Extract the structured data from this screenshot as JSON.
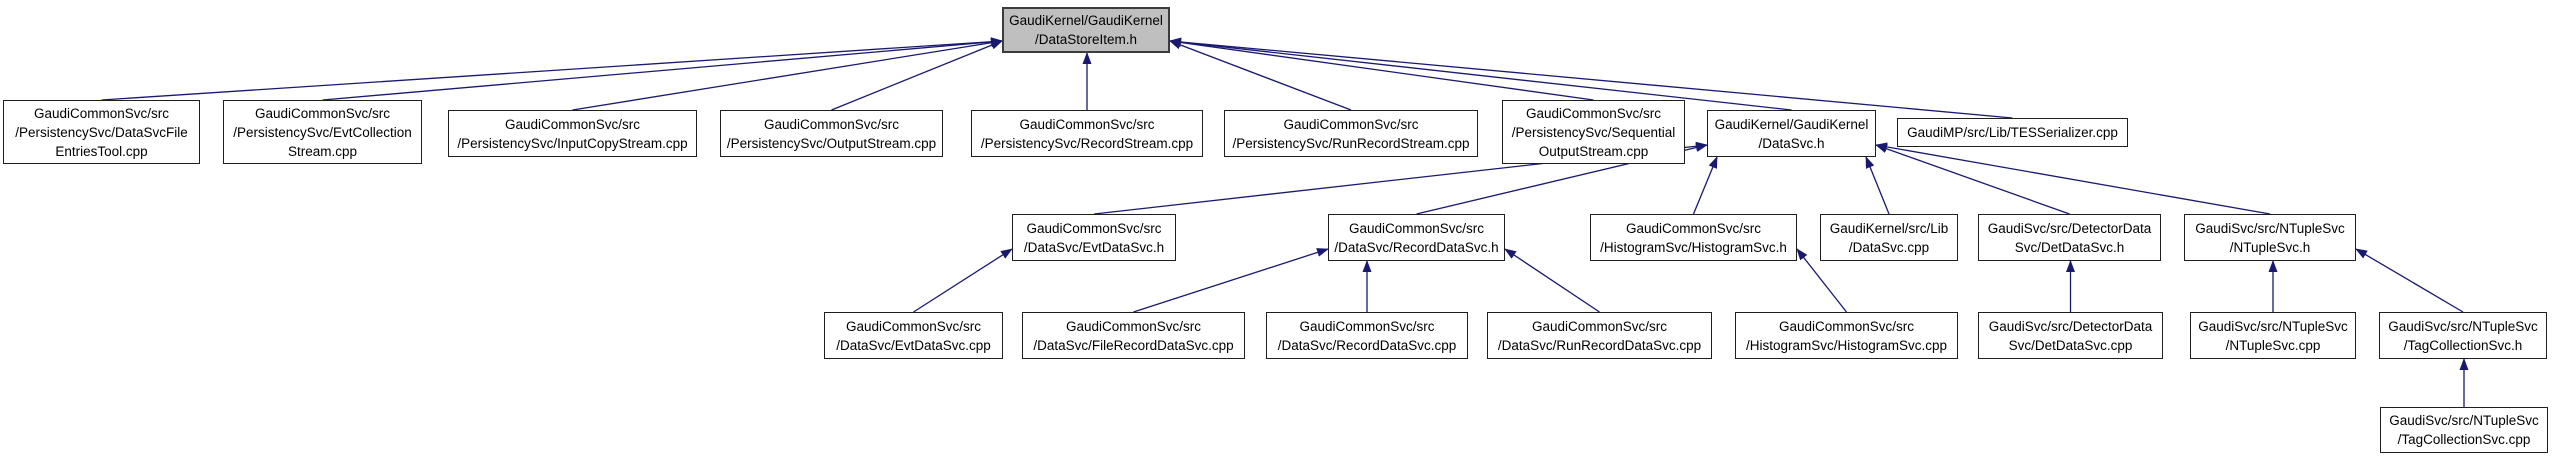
{
  "colors": {
    "edge": "#191970",
    "node_fill": "#ffffff",
    "node_border": "#000000",
    "root_fill": "#bfbfbf",
    "background": "#ffffff"
  },
  "nodes": [
    {
      "id": "datastoreitem-h",
      "label": "GaudiKernel/GaudiKernel\n/DataStoreItem.h",
      "root": true
    },
    {
      "id": "datasvcfileentriestool-cpp",
      "label": "GaudiCommonSvc/src\n/PersistencySvc/DataSvcFile\nEntriesTool.cpp"
    },
    {
      "id": "evtcollectionstream-cpp",
      "label": "GaudiCommonSvc/src\n/PersistencySvc/EvtCollection\nStream.cpp"
    },
    {
      "id": "inputcopystream-cpp",
      "label": "GaudiCommonSvc/src\n/PersistencySvc/InputCopyStream.cpp"
    },
    {
      "id": "outputstream-cpp",
      "label": "GaudiCommonSvc/src\n/PersistencySvc/OutputStream.cpp"
    },
    {
      "id": "recordstream-cpp",
      "label": "GaudiCommonSvc/src\n/PersistencySvc/RecordStream.cpp"
    },
    {
      "id": "runrecordstream-cpp",
      "label": "GaudiCommonSvc/src\n/PersistencySvc/RunRecordStream.cpp"
    },
    {
      "id": "sequentialoutputstream-cpp",
      "label": "GaudiCommonSvc/src\n/PersistencySvc/Sequential\nOutputStream.cpp"
    },
    {
      "id": "datasvc-h",
      "label": "GaudiKernel/GaudiKernel\n/DataSvc.h"
    },
    {
      "id": "tesserializer-cpp",
      "label": "GaudiMP/src/Lib/TESSerializer.cpp"
    },
    {
      "id": "evtdatasvc-h",
      "label": "GaudiCommonSvc/src\n/DataSvc/EvtDataSvc.h"
    },
    {
      "id": "recorddatasvc-h",
      "label": "GaudiCommonSvc/src\n/DataSvc/RecordDataSvc.h"
    },
    {
      "id": "histogramsvc-h",
      "label": "GaudiCommonSvc/src\n/HistogramSvc/HistogramSvc.h"
    },
    {
      "id": "datasvc-cpp",
      "label": "GaudiKernel/src/Lib\n/DataSvc.cpp"
    },
    {
      "id": "detdatasvc-h",
      "label": "GaudiSvc/src/DetectorData\nSvc/DetDataSvc.h"
    },
    {
      "id": "ntuplesvc-h",
      "label": "GaudiSvc/src/NTupleSvc\n/NTupleSvc.h"
    },
    {
      "id": "evtdatasvc-cpp",
      "label": "GaudiCommonSvc/src\n/DataSvc/EvtDataSvc.cpp"
    },
    {
      "id": "filerecorddatasvc-cpp",
      "label": "GaudiCommonSvc/src\n/DataSvc/FileRecordDataSvc.cpp"
    },
    {
      "id": "recorddatasvc-cpp",
      "label": "GaudiCommonSvc/src\n/DataSvc/RecordDataSvc.cpp"
    },
    {
      "id": "runrecorddatasvc-cpp",
      "label": "GaudiCommonSvc/src\n/DataSvc/RunRecordDataSvc.cpp"
    },
    {
      "id": "histogramsvc-cpp",
      "label": "GaudiCommonSvc/src\n/HistogramSvc/HistogramSvc.cpp"
    },
    {
      "id": "detdatasvc-cpp",
      "label": "GaudiSvc/src/DetectorData\nSvc/DetDataSvc.cpp"
    },
    {
      "id": "ntuplesvc-cpp",
      "label": "GaudiSvc/src/NTupleSvc\n/NTupleSvc.cpp"
    },
    {
      "id": "tagcollectionsvc-h",
      "label": "GaudiSvc/src/NTupleSvc\n/TagCollectionSvc.h"
    },
    {
      "id": "tagcollectionsvc-cpp",
      "label": "GaudiSvc/src/NTupleSvc\n/TagCollectionSvc.cpp"
    }
  ],
  "edges": [
    {
      "from": "datasvcfileentriestool-cpp",
      "to": "datastoreitem-h"
    },
    {
      "from": "evtcollectionstream-cpp",
      "to": "datastoreitem-h"
    },
    {
      "from": "inputcopystream-cpp",
      "to": "datastoreitem-h"
    },
    {
      "from": "outputstream-cpp",
      "to": "datastoreitem-h"
    },
    {
      "from": "recordstream-cpp",
      "to": "datastoreitem-h"
    },
    {
      "from": "runrecordstream-cpp",
      "to": "datastoreitem-h"
    },
    {
      "from": "sequentialoutputstream-cpp",
      "to": "datastoreitem-h"
    },
    {
      "from": "datasvc-h",
      "to": "datastoreitem-h"
    },
    {
      "from": "tesserializer-cpp",
      "to": "datastoreitem-h"
    },
    {
      "from": "evtdatasvc-h",
      "to": "datasvc-h"
    },
    {
      "from": "recorddatasvc-h",
      "to": "datasvc-h"
    },
    {
      "from": "histogramsvc-h",
      "to": "datasvc-h"
    },
    {
      "from": "datasvc-cpp",
      "to": "datasvc-h"
    },
    {
      "from": "detdatasvc-h",
      "to": "datasvc-h"
    },
    {
      "from": "ntuplesvc-h",
      "to": "datasvc-h"
    },
    {
      "from": "evtdatasvc-cpp",
      "to": "evtdatasvc-h"
    },
    {
      "from": "filerecorddatasvc-cpp",
      "to": "recorddatasvc-h"
    },
    {
      "from": "recorddatasvc-cpp",
      "to": "recorddatasvc-h"
    },
    {
      "from": "runrecorddatasvc-cpp",
      "to": "recorddatasvc-h"
    },
    {
      "from": "histogramsvc-cpp",
      "to": "histogramsvc-h"
    },
    {
      "from": "detdatasvc-cpp",
      "to": "detdatasvc-h"
    },
    {
      "from": "ntuplesvc-cpp",
      "to": "ntuplesvc-h"
    },
    {
      "from": "tagcollectionsvc-h",
      "to": "ntuplesvc-h"
    },
    {
      "from": "tagcollectionsvc-cpp",
      "to": "tagcollectionsvc-h"
    }
  ]
}
